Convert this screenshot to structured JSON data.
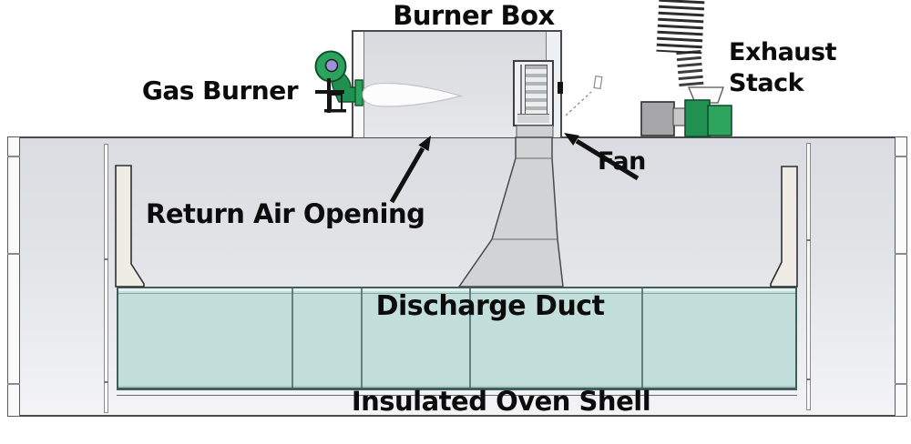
{
  "diagram": {
    "title_context": "Industrial oven airflow diagram",
    "labels": {
      "burner_box": "Burner Box",
      "gas_burner": "Gas Burner",
      "exhaust_stack": "Exhaust\nStack",
      "fan": "Fan",
      "return_air_opening": "Return Air Opening",
      "discharge_duct": "Discharge Duct",
      "insulated_oven_shell": "Insulated Oven Shell"
    },
    "colors": {
      "burner_green": "#2aa35c",
      "burner_green_dark": "#1f9150",
      "blower_green_dark": "#1f9150",
      "blower_green_light": "#2ea55e",
      "green_outline": "#124f2c",
      "motor_gray": "#a6a6a8",
      "shaft_gray": "#c8c8ca",
      "purple_inlet": "#9a93d8",
      "duct_teal": "#c3dfdc",
      "duct_teal_border": "#3f5e5c",
      "funnel_gray": "#d2d3d7",
      "interior_wall_beige": "#efece6",
      "flame_white": "#fcfcfc",
      "arrow_black": "#111111",
      "label_black": "#0c0c0c"
    }
  }
}
